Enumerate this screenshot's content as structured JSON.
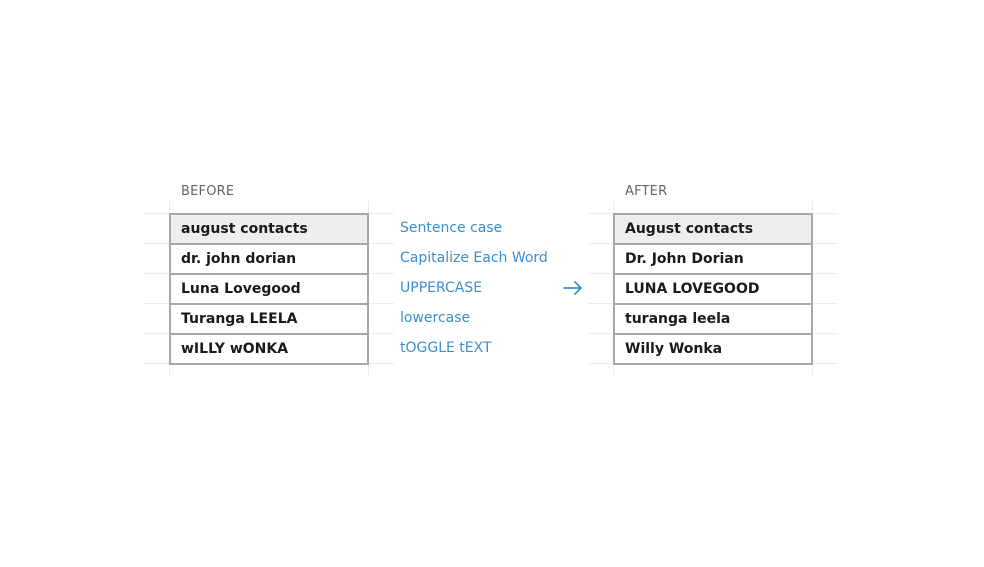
{
  "before": {
    "label": "BEFORE",
    "rows": [
      "august contacts",
      "dr. john dorian",
      "Luna Lovegood",
      "Turanga LEELA",
      "wILLY wONKA"
    ]
  },
  "after": {
    "label": "AFTER",
    "rows": [
      "August contacts",
      "Dr. John Dorian",
      "LUNA LOVEGOOD",
      "turanga leela",
      "Willy Wonka"
    ]
  },
  "operations": [
    "Sentence case",
    "Capitalize Each Word",
    "UPPERCASE",
    "lowercase",
    "tOGGLE tEXT"
  ],
  "arrow": {
    "icon": "arrow-right-icon",
    "color": "#3b8fcf"
  },
  "colors": {
    "operation_text": "#3b8fcf",
    "cell_border": "#a8a8a8",
    "header_fill": "#eeeeee",
    "cell_text": "#1a1a1a",
    "label_text": "#666666"
  }
}
